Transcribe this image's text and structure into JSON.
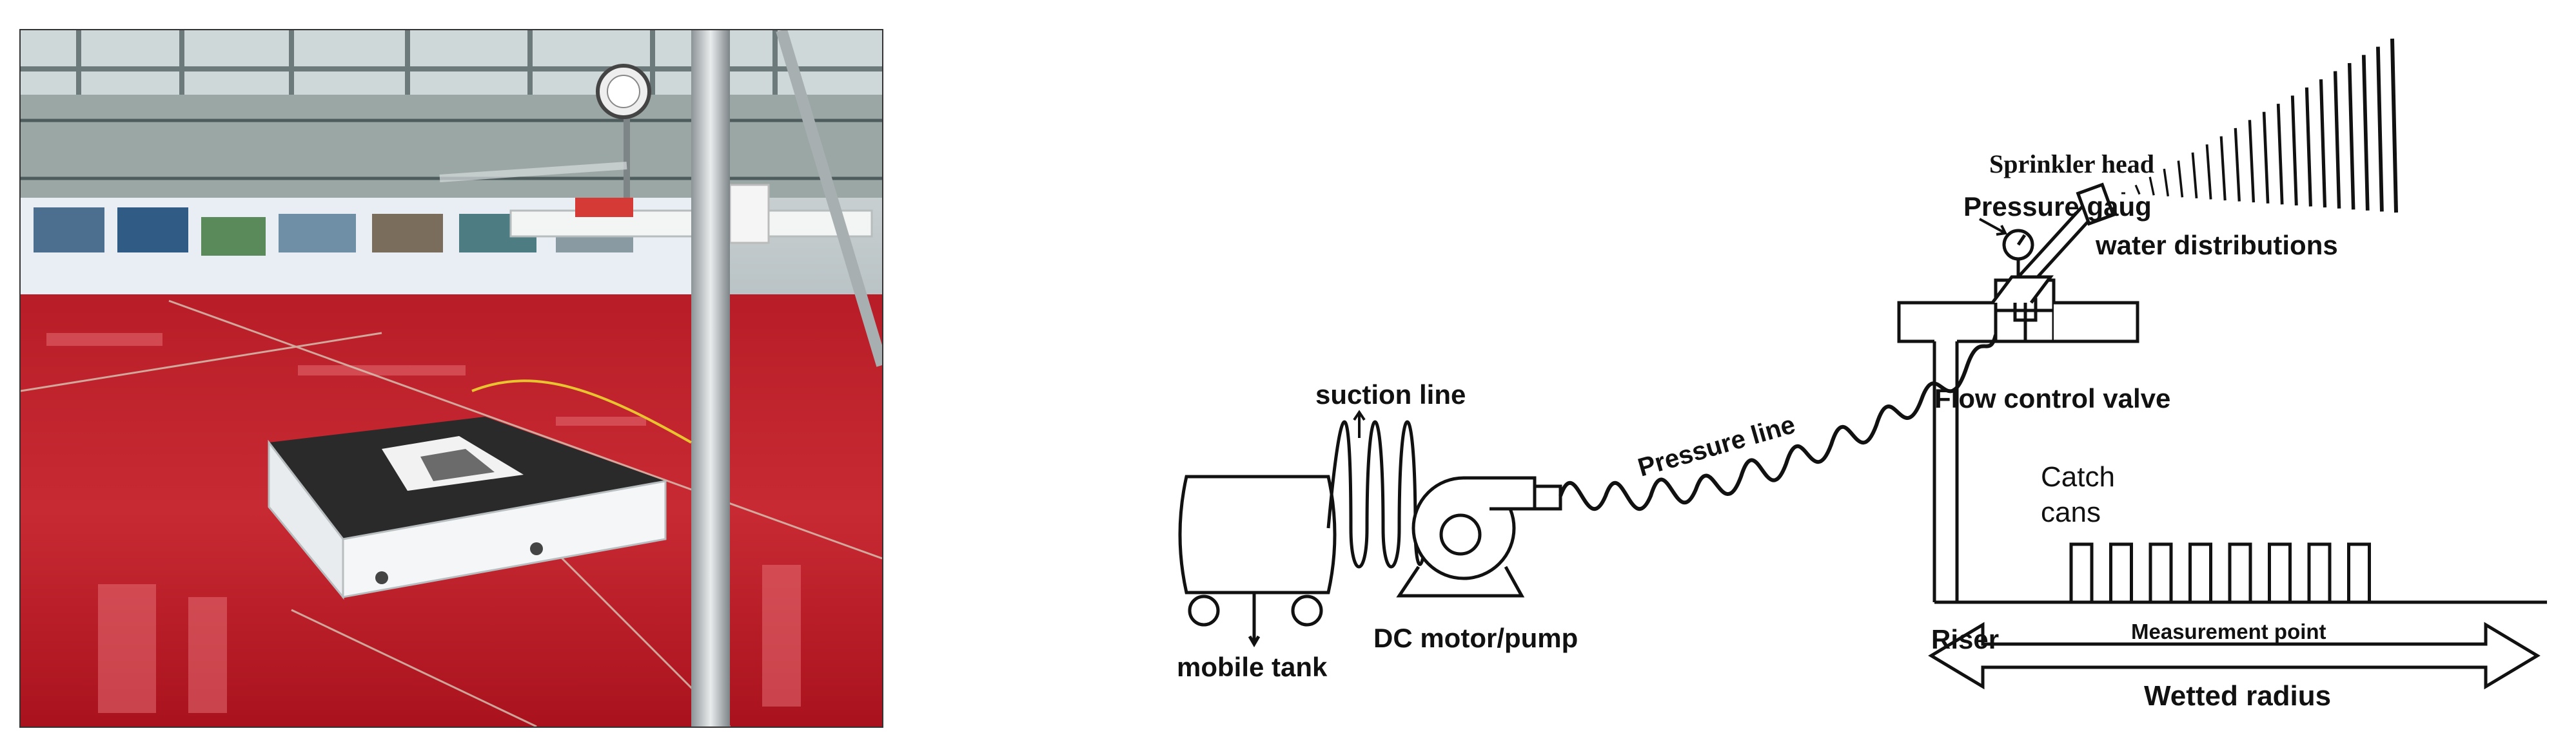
{
  "diagram": {
    "labels": {
      "sprinkler_head": "Sprinkler head",
      "pressure_gauge": "Pressure gaug",
      "water_distributions": "water distributions",
      "suction_line": "suction line",
      "pressure_line": "Pressure line",
      "flow_control_valve": "Flow control valve",
      "catch_cans": [
        "Catch",
        "cans"
      ],
      "mobile_tank": "mobile tank",
      "dc_motor_pump": "DC motor/pump",
      "riser": "Riser",
      "measurement_point": "Measurement point",
      "wetted_radius": "Wetted radius"
    },
    "catch_can_count": 8
  },
  "colors": {
    "floor_red": "#c2232b",
    "line": "#111111"
  }
}
